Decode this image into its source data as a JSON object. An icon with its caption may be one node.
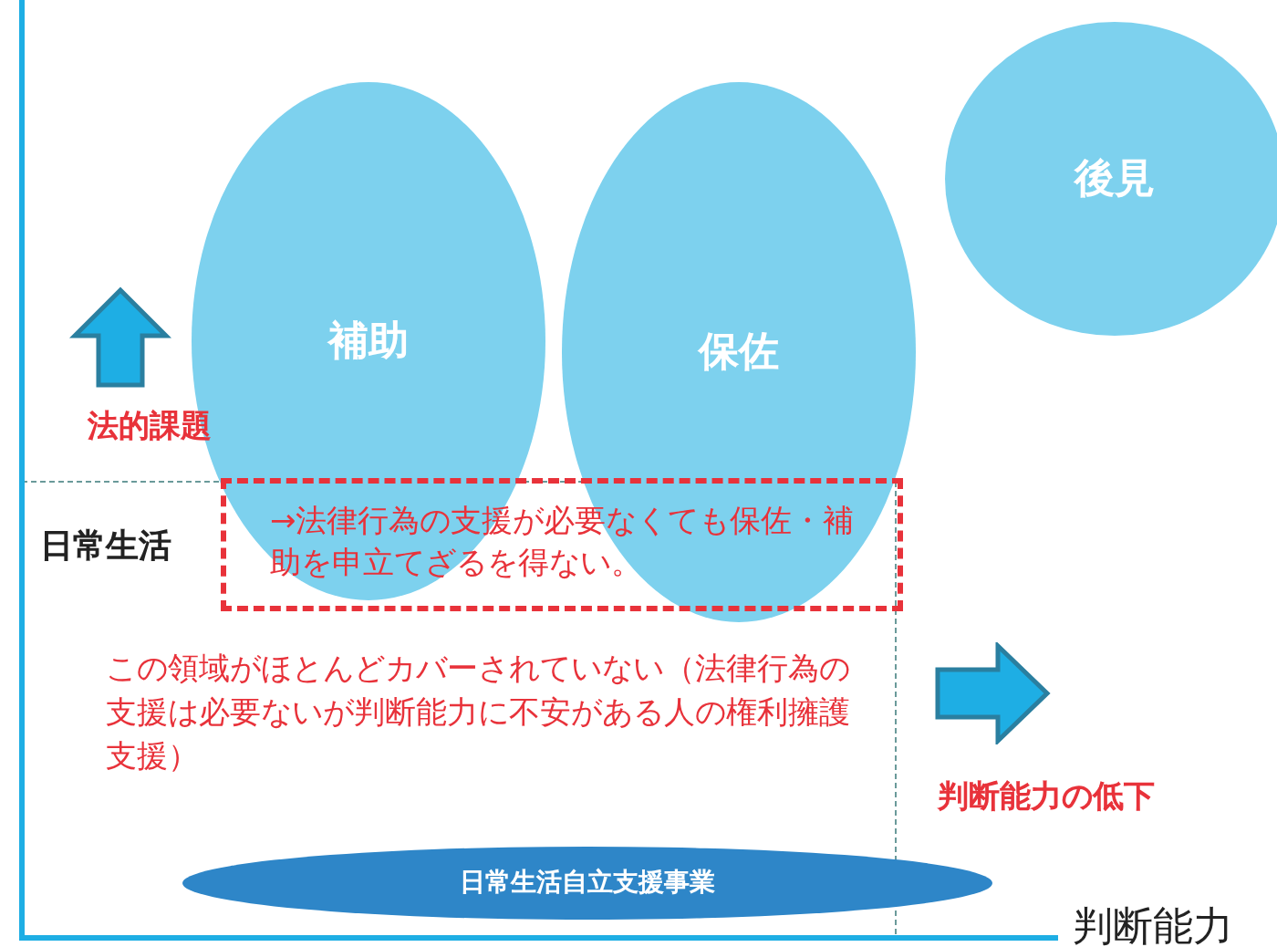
{
  "diagram": {
    "nodes": [
      {
        "text": [
          "補助"
        ]
      },
      {
        "text": [
          "保佐"
        ]
      },
      {
        "text": [
          "後見"
        ]
      },
      {
        "text": [
          "→法律行為の支援が必要なくても保佐・補助を申立てざるを得ない。"
        ]
      },
      {
        "text": [
          "日常生活自立支援事業"
        ]
      }
    ],
    "edges": [],
    "labels": [
      "法的課題",
      "日常生活",
      "この領域がほとんどカバーされていない（法律行為の支援は必要ないが判断能力に不安がある人の権利擁護支援）",
      "判断能力の低下",
      "判断能力"
    ]
  }
}
